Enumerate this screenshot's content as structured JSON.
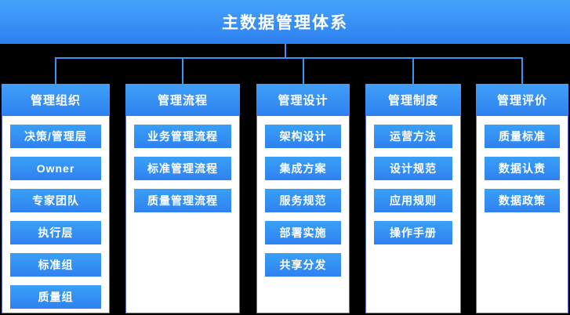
{
  "title": "主数据管理体系",
  "columns": [
    {
      "header": "管理组织",
      "items": [
        "决策/管理层",
        "Owner",
        "专家团队",
        "执行层",
        "标准组",
        "质量组"
      ]
    },
    {
      "header": "管理流程",
      "items": [
        "业务管理流程",
        "标准管理流程",
        "质量管理流程"
      ]
    },
    {
      "header": "管理设计",
      "items": [
        "架构设计",
        "集成方案",
        "服务规范",
        "部署实施",
        "共享分发"
      ]
    },
    {
      "header": "管理制度",
      "items": [
        "运营方法",
        "设计规范",
        "应用规则",
        "操作手册"
      ]
    },
    {
      "header": "管理评价",
      "items": [
        "质量标准",
        "数据认责",
        "数据政策"
      ]
    }
  ],
  "colors": {
    "banner_top": "#44a3fa",
    "banner_bottom": "#2e7ff0",
    "header_top": "#40a0f8",
    "header_bottom": "#2e81f0",
    "button_top": "#39a0f7",
    "button_bottom": "#2f81f0",
    "connector": "#3796f4",
    "panel_border": "#5b6fd6",
    "panel_background": "#ffffff",
    "page_background": "#000000",
    "text": "#ffffff"
  }
}
